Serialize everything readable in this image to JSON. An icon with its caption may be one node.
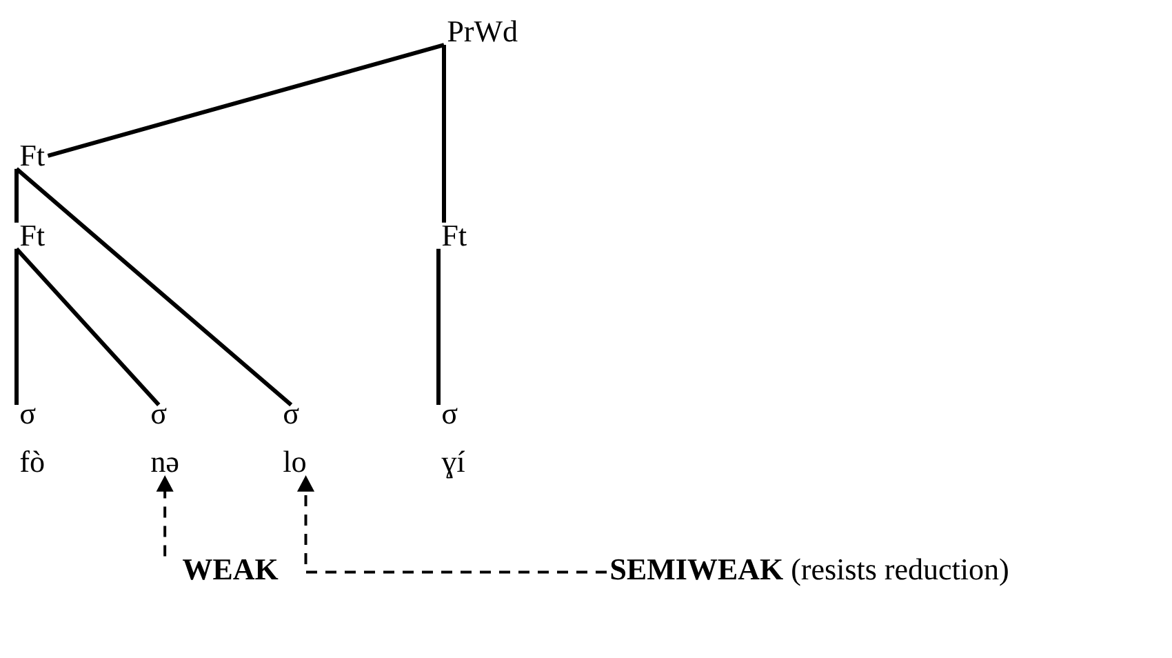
{
  "diagram": {
    "nodes": [
      {
        "text": [
          "PrWd"
        ]
      },
      {
        "text": [
          "Ft"
        ]
      },
      {
        "text": [
          "Ft"
        ]
      },
      {
        "text": [
          "Ft"
        ]
      },
      {
        "text": [
          "σ"
        ]
      },
      {
        "text": [
          "σ"
        ]
      },
      {
        "text": [
          "σ"
        ]
      },
      {
        "text": [
          "σ"
        ]
      },
      {
        "text": [
          "fò"
        ]
      },
      {
        "text": [
          "nə"
        ]
      },
      {
        "text": [
          "lo"
        ]
      },
      {
        "text": [
          "ɣí"
        ]
      },
      {
        "text": [
          "WEAK"
        ]
      },
      {
        "text": [
          "**SEMIWEAK** (resists reduction)"
        ]
      }
    ],
    "edges": [
      {
        "from": 0,
        "to": 1,
        "arrow": "none"
      },
      {
        "from": 0,
        "to": 3,
        "arrow": "none"
      },
      {
        "from": 1,
        "to": 2,
        "arrow": "none"
      },
      {
        "from": 1,
        "to": 6,
        "arrow": "none"
      },
      {
        "from": 2,
        "to": 4,
        "arrow": "none"
      },
      {
        "from": 2,
        "to": 5,
        "arrow": "none"
      },
      {
        "from": 3,
        "to": 7,
        "arrow": "none"
      },
      {
        "from": 12,
        "to": 9,
        "arrow": "to",
        "style": "dashed"
      },
      {
        "from": 13,
        "to": 10,
        "arrow": "to",
        "style": "dashed"
      }
    ]
  }
}
